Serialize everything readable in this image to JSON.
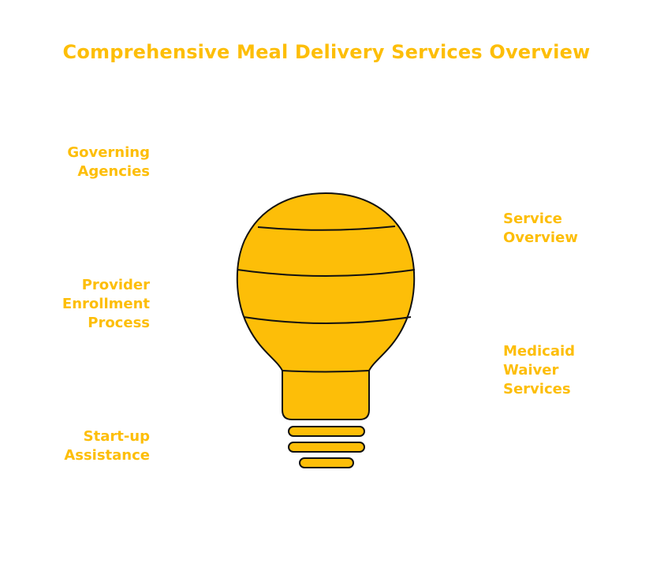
{
  "title": "Comprehensive Meal Delivery Services Overview",
  "colors": {
    "accent": "#FDBE08",
    "bulb_fill": "#FDBE08",
    "outline": "#111111"
  },
  "left_labels": [
    {
      "text": "Governing\nAgencies"
    },
    {
      "text": "Provider\nEnrollment\nProcess"
    },
    {
      "text": "Start-up\nAssistance"
    }
  ],
  "right_labels": [
    {
      "text": "Service\nOverview"
    },
    {
      "text": "Medicaid\nWaiver\nServices"
    }
  ]
}
